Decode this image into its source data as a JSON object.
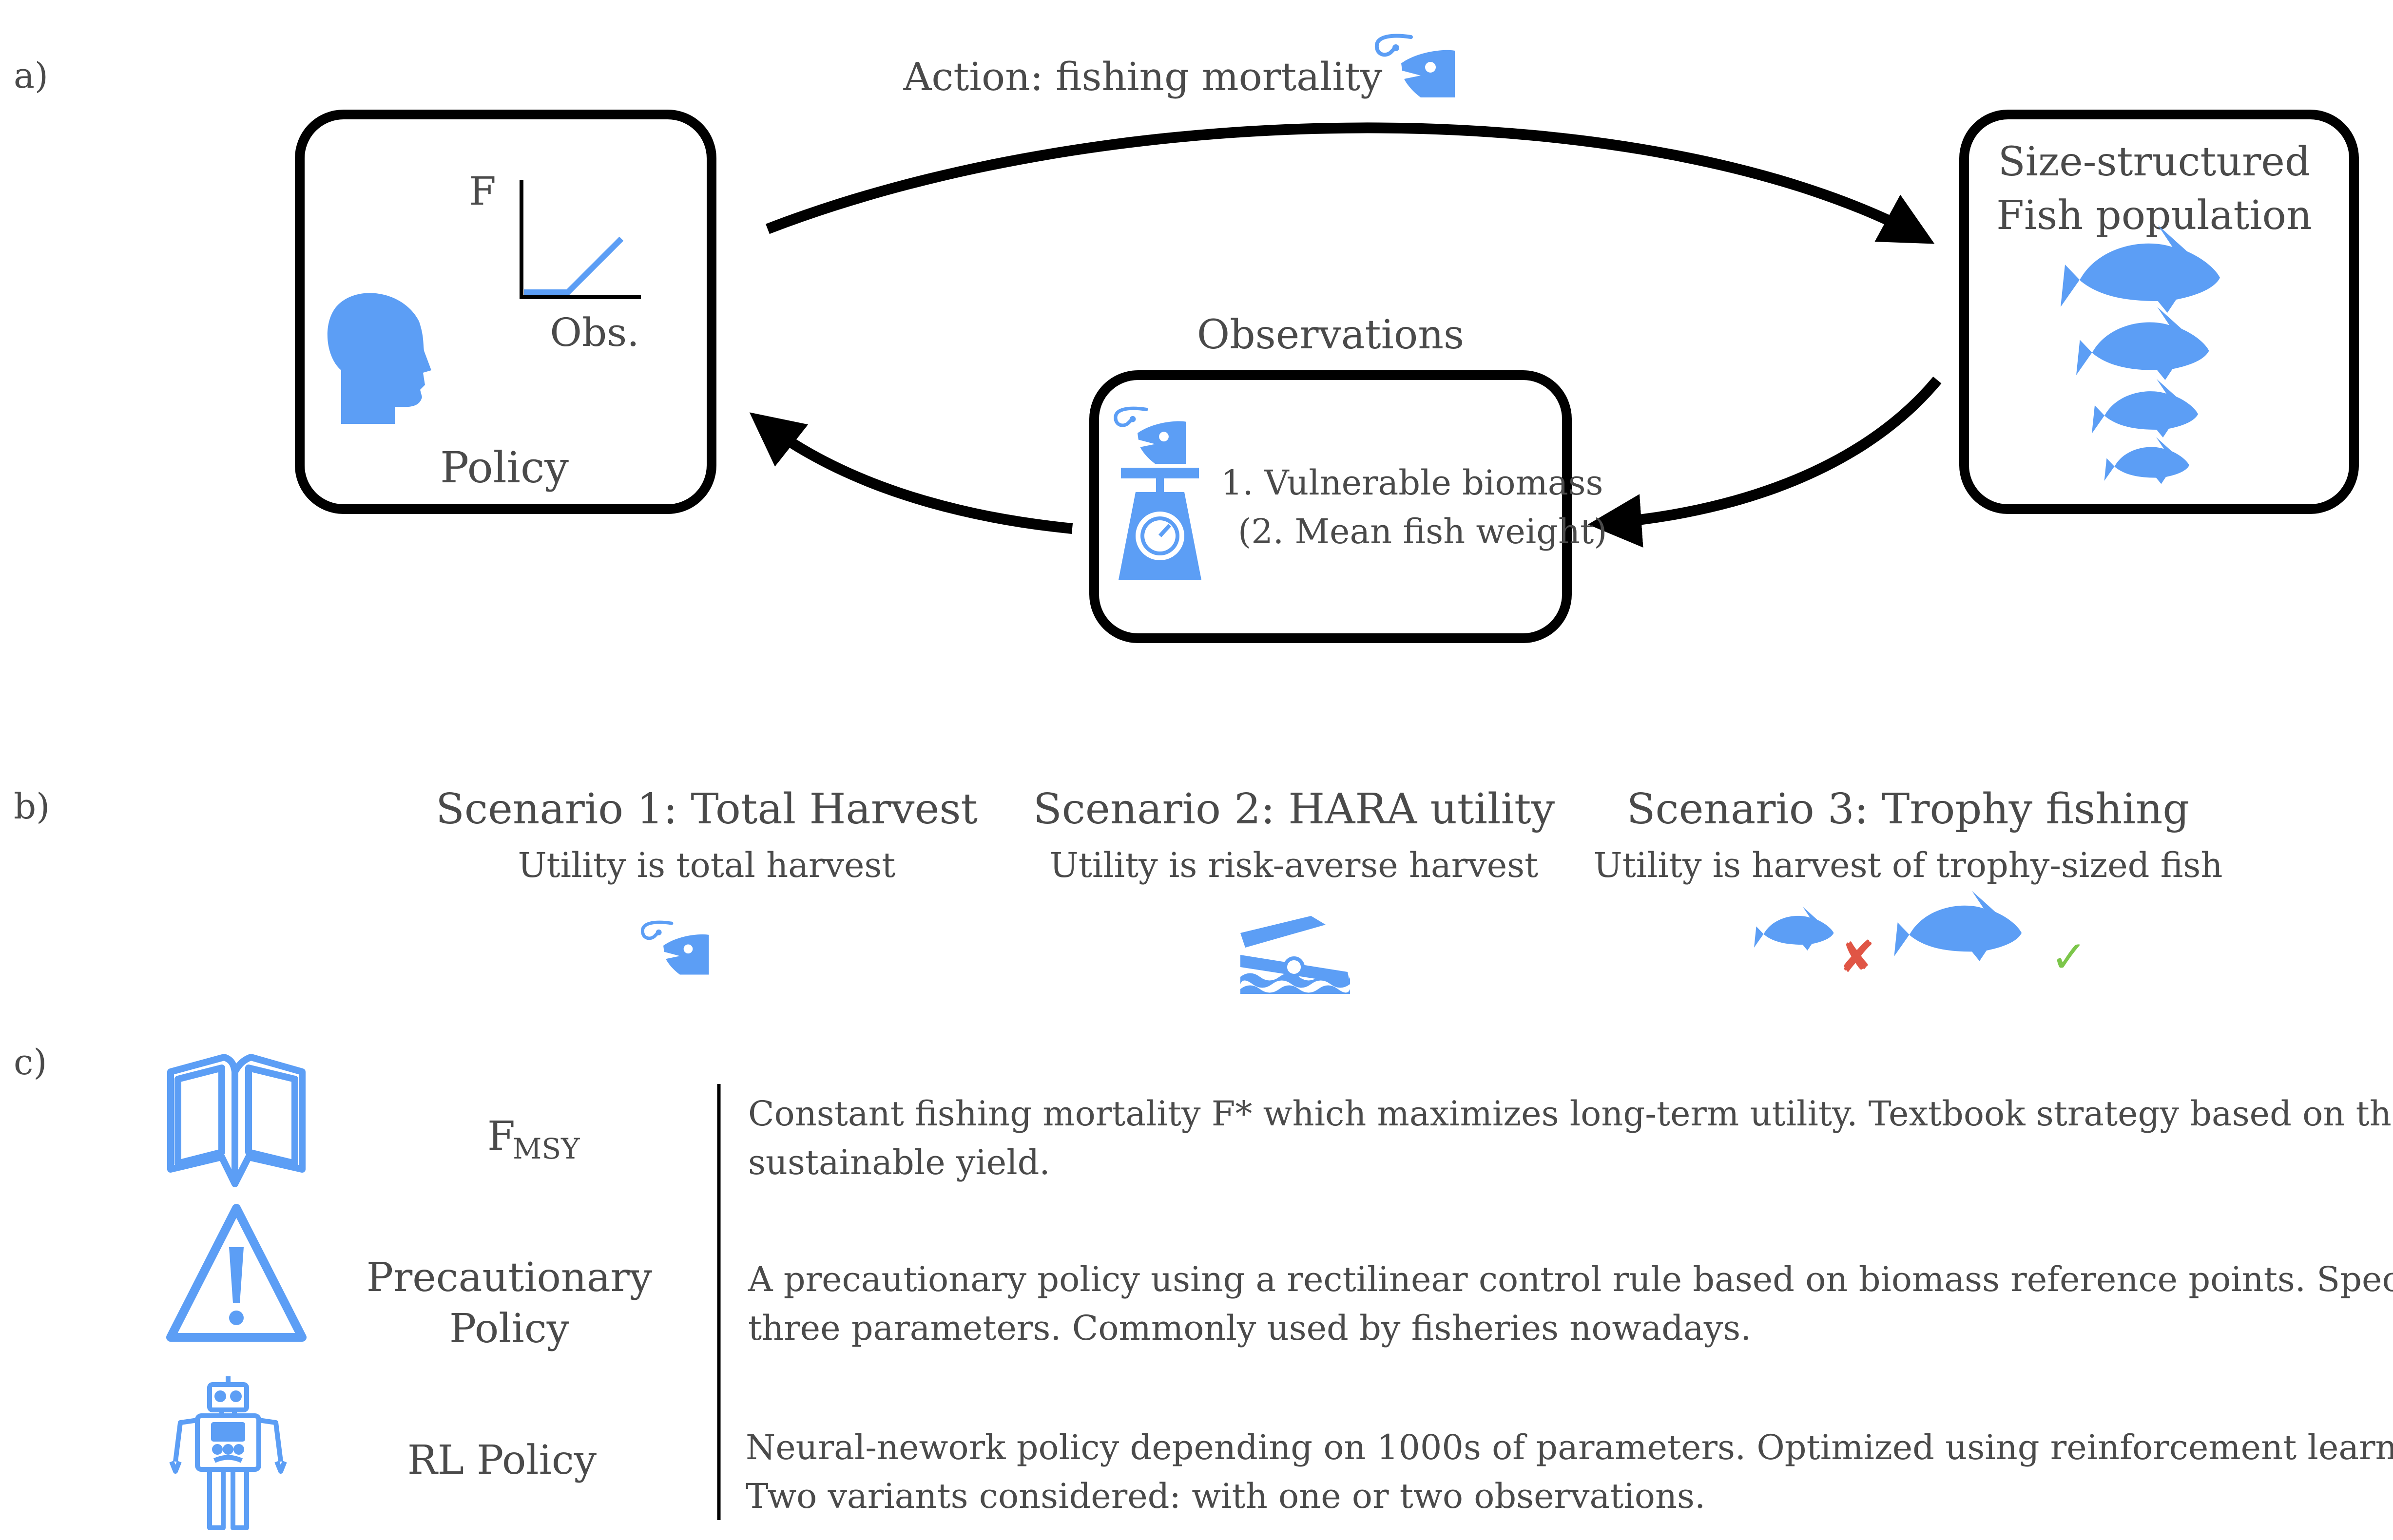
{
  "colors": {
    "accent": "#5c9ef5",
    "ink": "#000000",
    "text": "#4a4a4a",
    "cross": "#e05545",
    "check": "#7cc64a"
  },
  "panel_a": {
    "label": "a)",
    "action_label": "Action: fishing mortality",
    "policy_box": {
      "label": "Policy",
      "axis_y": "F",
      "axis_x": "Obs."
    },
    "population_box": {
      "line1": "Size-structured",
      "line2": "Fish population"
    },
    "observations": {
      "title": "Observations",
      "item1": "1. Vulnerable biomass",
      "item2": "(2. Mean fish weight)"
    }
  },
  "panel_b": {
    "label": "b)",
    "scenarios": [
      {
        "title": "Scenario 1: Total Harvest",
        "subtitle": "Utility is total harvest",
        "icon": "fish-hook-icon"
      },
      {
        "title": "Scenario 2: HARA utility",
        "subtitle": "Utility is risk-averse harvest",
        "icon": "boat-ramp-icon"
      },
      {
        "title": "Scenario 3: Trophy fishing",
        "subtitle": "Utility is harvest of trophy-sized fish",
        "icon": "trophy-fish-icon"
      }
    ]
  },
  "panel_c": {
    "label": "c)",
    "policies": [
      {
        "name_main": "F",
        "name_sub": "MSY",
        "icon": "book-icon",
        "desc1": "Constant fishing mortality F* which maximizes long-term utility. Textbook strategy based on theory of maximum",
        "desc2": "sustainable yield."
      },
      {
        "name_line1": "Precautionary",
        "name_line2": "Policy",
        "icon": "warning-icon",
        "desc1": "A precautionary policy using a rectilinear control rule based on  biomass reference points. Specified by",
        "desc2": "three parameters. Commonly used by fisheries nowadays."
      },
      {
        "name_line1": "RL Policy",
        "icon": "robot-icon",
        "desc1": "Neural-nework policy depending on 1000s of parameters. Optimized using reinforcement learning.",
        "desc2": "Two variants considered: with one or two observations."
      }
    ]
  }
}
